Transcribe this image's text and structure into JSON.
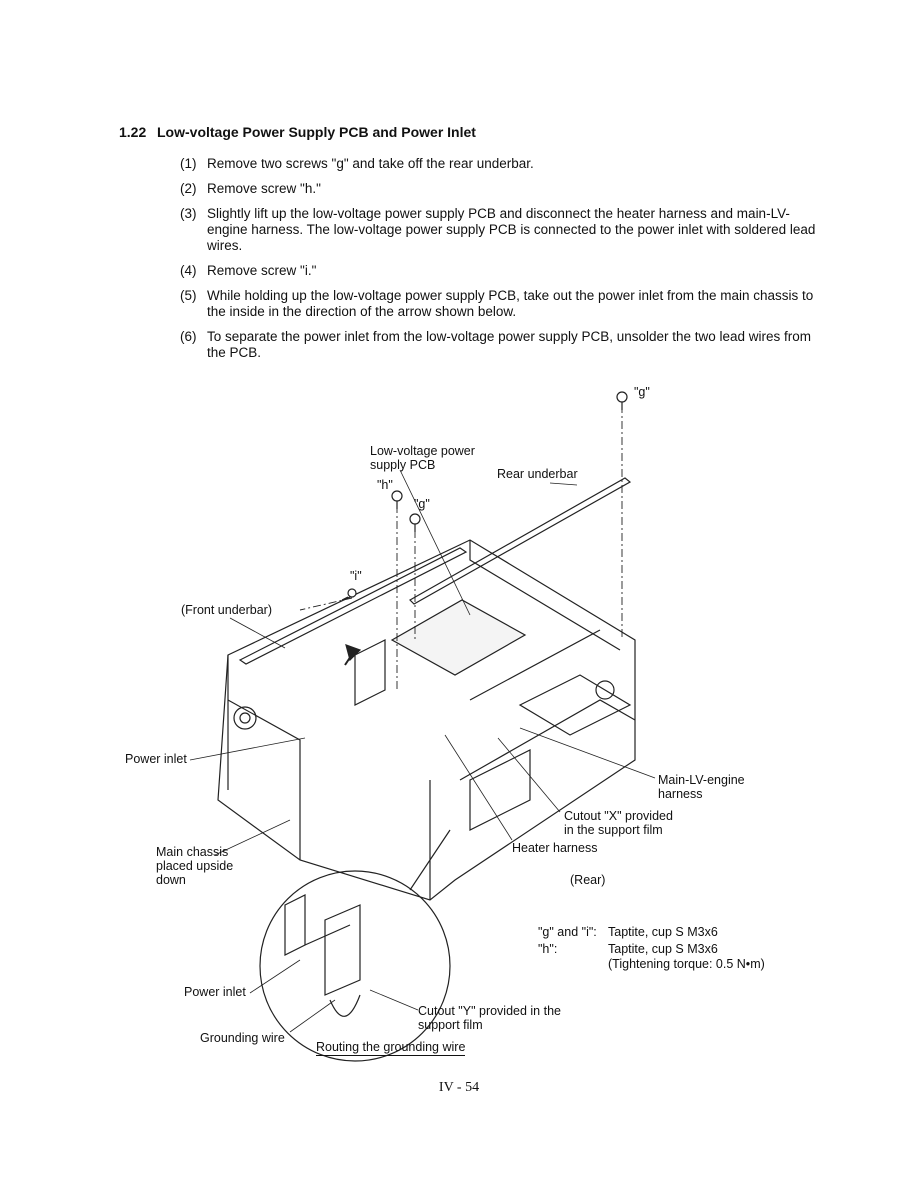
{
  "section": {
    "number": "1.22",
    "title": "Low-voltage Power Supply PCB and Power Inlet"
  },
  "steps": [
    {
      "num": "(1)",
      "text": "Remove two screws \"g\" and take off the rear underbar."
    },
    {
      "num": "(2)",
      "text": "Remove screw \"h.\""
    },
    {
      "num": "(3)",
      "text": "Slightly lift up the low-voltage power supply PCB and disconnect the heater harness and main-LV-engine harness.  The low-voltage power supply PCB is connected to the power inlet with soldered lead wires."
    },
    {
      "num": "(4)",
      "text": "Remove screw \"i.\""
    },
    {
      "num": "(5)",
      "text": "While holding up the low-voltage power supply PCB, take out the power inlet from the main chassis to the inside in the direction of the arrow shown below."
    },
    {
      "num": "(6)",
      "text": "To separate the power inlet from the low-voltage power supply PCB, unsolder the two lead wires from the PCB."
    }
  ],
  "labels": {
    "g_top": "\"g\"",
    "lv_pcb": "Low-voltage power\nsupply PCB",
    "rear_underbar": "Rear underbar",
    "h": "\"h\"",
    "g_mid": "\"g\"",
    "i": "\"i\"",
    "front_underbar": "(Front underbar)",
    "power_inlet": "Power inlet",
    "main_lv_harness": "Main-LV-engine\nharness",
    "cutout_x": "Cutout \"X\" provided\nin the support film",
    "heater_harness": "Heater harness",
    "main_chassis": "Main chassis\nplaced upside\ndown",
    "rear": "(Rear)",
    "power_inlet_detail": "Power inlet",
    "cutout_y": "Cutout \"Y\" provided in the\nsupport film",
    "grounding_wire": "Grounding wire"
  },
  "specs": [
    {
      "key": "\"g\" and \"i\":",
      "value": "Taptite, cup S M3x6"
    },
    {
      "key": "\"h\":",
      "value": "Taptite, cup S M3x6"
    },
    {
      "key": "",
      "value": "(Tightening torque: 0.5 N•m)"
    }
  ],
  "caption": "Routing the grounding wire",
  "footer": "IV - 54"
}
